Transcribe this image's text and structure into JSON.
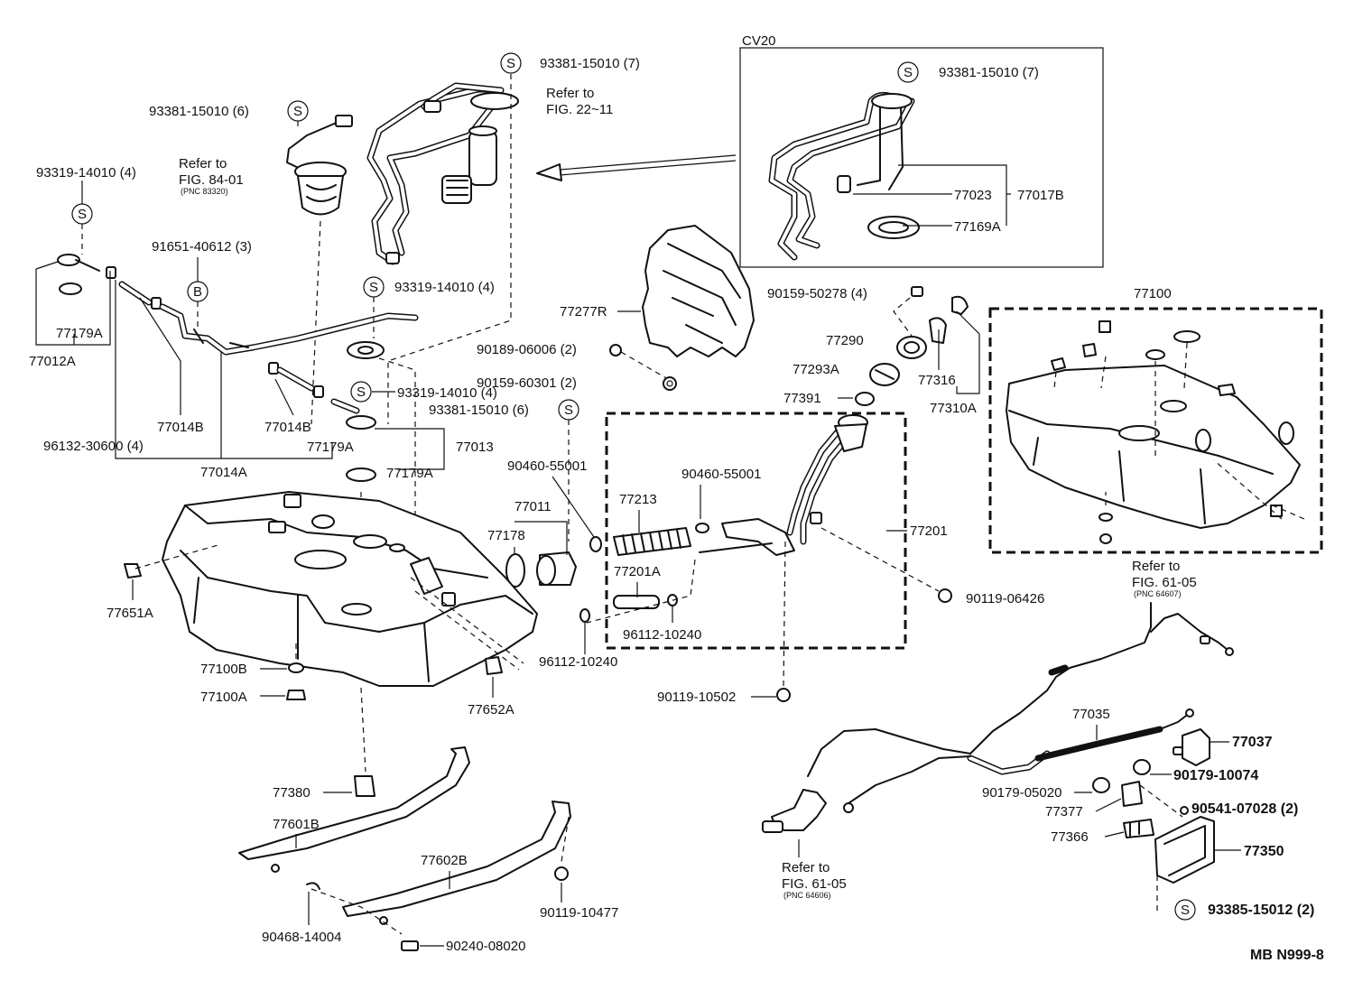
{
  "labels": {
    "l1": "93381-15010 (7)",
    "l2": "Refer to",
    "l3": "FIG. 22~11",
    "l4": "93381-15010 (6)",
    "l5": "Refer to",
    "l6": "FIG. 84-01",
    "l7": "(PNC 83320)",
    "l8": "93319-14010 (4)",
    "l9": "91651-40612 (3)",
    "l10": "77179A",
    "l11": "77012A",
    "l12": "77014B",
    "l13": "77014B",
    "l14": "96132-30600 (4)",
    "l15": "77179A",
    "l16": "77014A",
    "l17": "93319-14010 (4)",
    "l18": "93319-14010 (4)",
    "l19": "93381-15010 (6)",
    "l20": "77013",
    "l21": "77179A",
    "l22": "77277R",
    "l23": "90189-06006 (2)",
    "l24": "90159-60301 (2)",
    "l25": "90159-50278 (4)",
    "l26": "77290",
    "l27": "77293A",
    "l28": "77391",
    "l29": "77316",
    "l30": "77310A",
    "l31": "77100",
    "l32": "CV20",
    "l33": "93381-15010 (7)",
    "l34": "77023",
    "l35": "77017B",
    "l36": "77169A",
    "l37": "90460-55001",
    "l38": "90460-55001",
    "l39": "77011",
    "l40": "77178",
    "l41": "77213",
    "l42": "77201A",
    "l43": "77201",
    "l44": "96112-10240",
    "l45": "96112-10240",
    "l46": "90119-06426",
    "l47": "77651A",
    "l48": "77100B",
    "l49": "77100A",
    "l50": "77652A",
    "l51": "90119-10502",
    "l52": "Refer to",
    "l53": "FIG. 61-05",
    "l54": "(PNC 64607)",
    "l55": "77035",
    "l56": "77037",
    "l57": "90179-10074",
    "l58": "90179-05020",
    "l59": "77377",
    "l60": "90541-07028 (2)",
    "l61": "77366",
    "l62": "77350",
    "l63": "93385-15012 (2)",
    "l64": "77380",
    "l65": "77601B",
    "l66": "77602B",
    "l67": "90119-10477",
    "l68": "90468-14004",
    "l69": "90240-08020",
    "l70": "Refer to",
    "l71": "FIG. 61-05",
    "l72": "(PNC 64606)",
    "l73": "MB N999-8"
  },
  "symbols": {
    "s": "S",
    "b": "B"
  }
}
